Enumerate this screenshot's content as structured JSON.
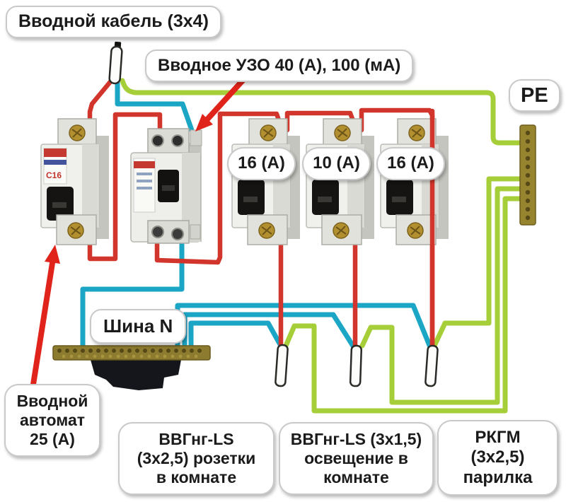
{
  "colors": {
    "phase_wire": "#d2352b",
    "neutral_wire": "#1ba6c6",
    "pe_wire": "#a6ce39",
    "pointer_arrow": "#e0241b",
    "busbar_brass": "#8d7b30"
  },
  "callouts": {
    "input_cable": {
      "text": "Вводной кабель (3х4)"
    },
    "input_rcd": {
      "text": "Вводное УЗО 40 (А), 100 (мА)"
    },
    "pe_bus": {
      "text": "PE"
    },
    "breaker_sockets": {
      "text": "16 (А)"
    },
    "breaker_lighting": {
      "text": "10 (А)"
    },
    "breaker_sauna": {
      "text": "16 (А)"
    },
    "neutral_bus": {
      "text": "Шина N"
    },
    "input_breaker": {
      "lines": [
        "Вводной",
        "автомат",
        "25 (А)"
      ]
    },
    "cable_sockets": {
      "lines": [
        "ВВГнг-LS",
        "(3х2,5) розетки",
        "в комнате"
      ]
    },
    "cable_lighting": {
      "lines": [
        "ВВГнг-LS (3х1,5)",
        "освещение в",
        "комнате"
      ]
    },
    "cable_sauna": {
      "lines": [
        "РКГМ",
        "(3х2,5)",
        "парилка"
      ]
    }
  },
  "devices": {
    "main_breaker_sticker": "C16"
  }
}
